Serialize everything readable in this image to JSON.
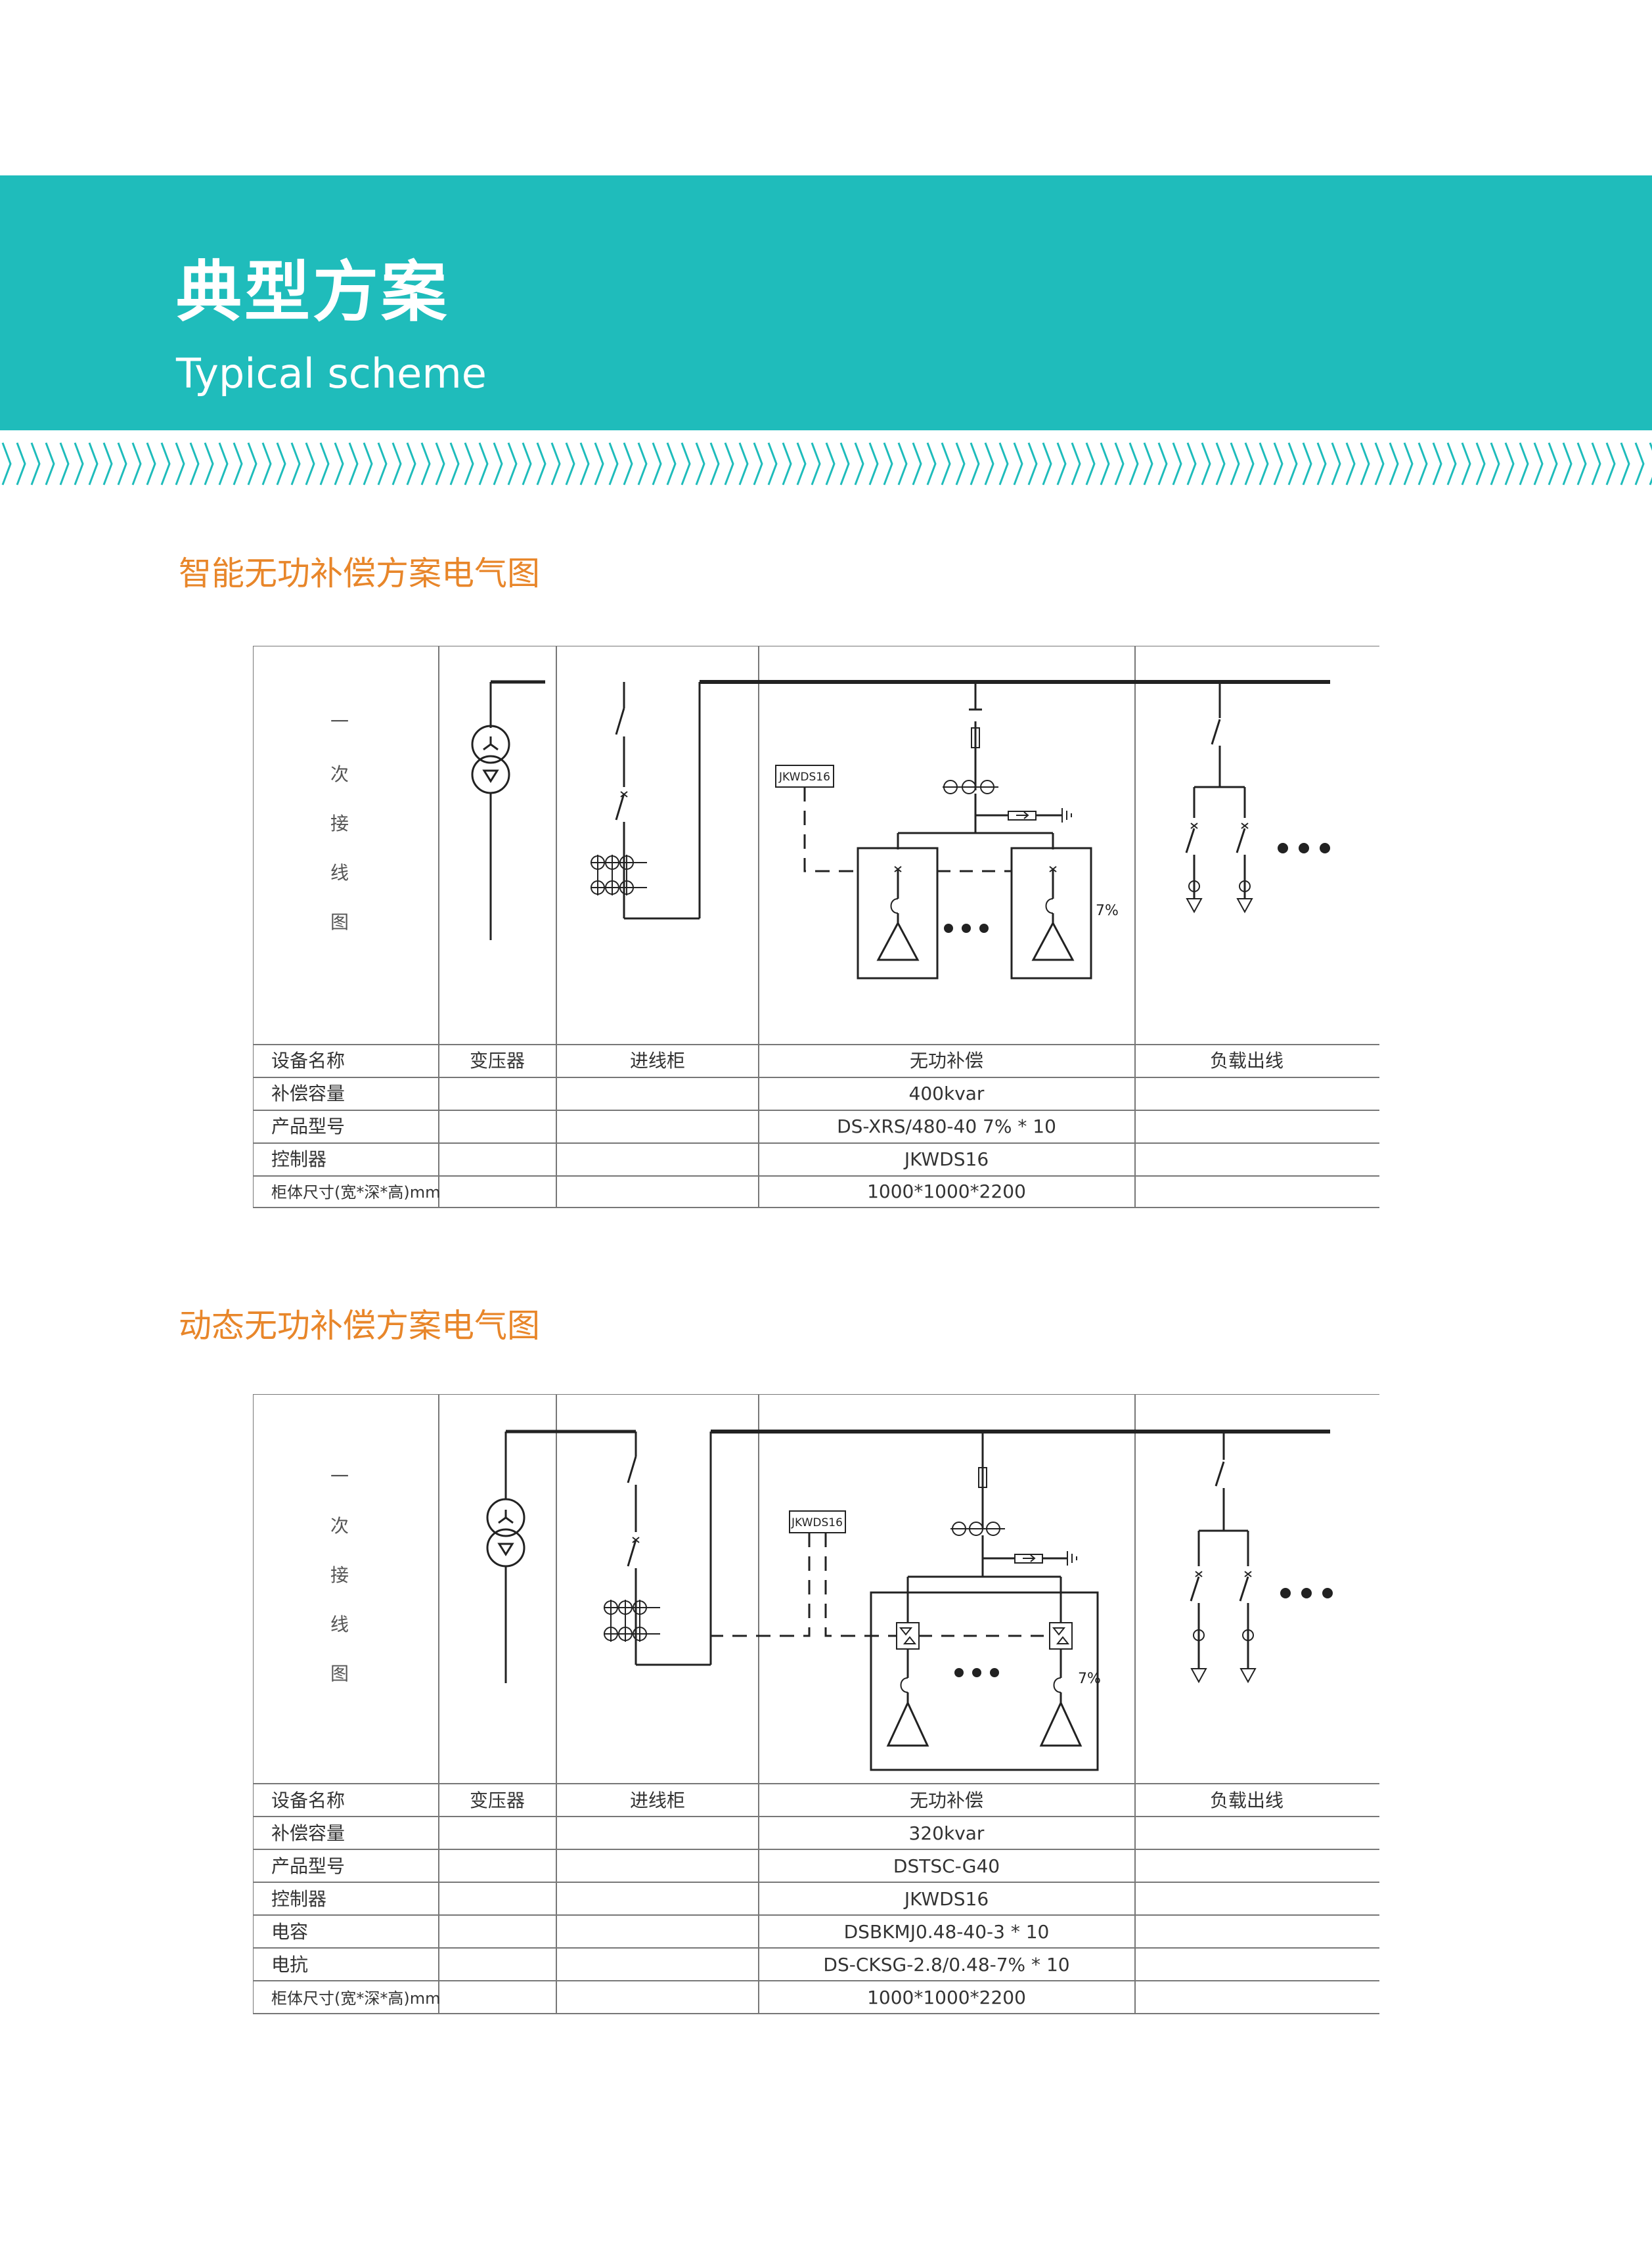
{
  "header": {
    "title": "典型方案",
    "subtitle": "Typical scheme"
  },
  "colors": {
    "banner": "#1fbcbb",
    "section_title": "#e8862a",
    "line": "#222222"
  },
  "section1": {
    "title": "智能无功补偿方案电气图",
    "side_label": [
      "一",
      "次",
      "接",
      "线",
      "图"
    ],
    "controller_box": "JKWDS16",
    "percent_label": "7%",
    "columns": [
      "设备名称",
      "变压器",
      "进线柜",
      "无功补偿",
      "负载出线"
    ],
    "rows": [
      {
        "label": "补偿容量",
        "value": "400kvar"
      },
      {
        "label": "产品型号",
        "value": "DS-XRS/480-40 7% * 10"
      },
      {
        "label": "控制器",
        "value": "JKWDS16"
      },
      {
        "label": "柜体尺寸(宽*深*高)mm",
        "value": "1000*1000*2200"
      }
    ]
  },
  "section2": {
    "title": "动态无功补偿方案电气图",
    "side_label": [
      "一",
      "次",
      "接",
      "线",
      "图"
    ],
    "controller_box": "JKWDS16",
    "percent_label": "7%",
    "columns": [
      "设备名称",
      "变压器",
      "进线柜",
      "无功补偿",
      "负载出线"
    ],
    "rows": [
      {
        "label": "补偿容量",
        "value": "320kvar"
      },
      {
        "label": "产品型号",
        "value": "DSTSC-G40"
      },
      {
        "label": "控制器",
        "value": "JKWDS16"
      },
      {
        "label": "电容",
        "value": "DSBKMJ0.48-40-3 * 10"
      },
      {
        "label": "电抗",
        "value": "DS-CKSG-2.8/0.48-7% * 10"
      },
      {
        "label": "柜体尺寸(宽*深*高)mm",
        "value": "1000*1000*2200"
      }
    ]
  }
}
